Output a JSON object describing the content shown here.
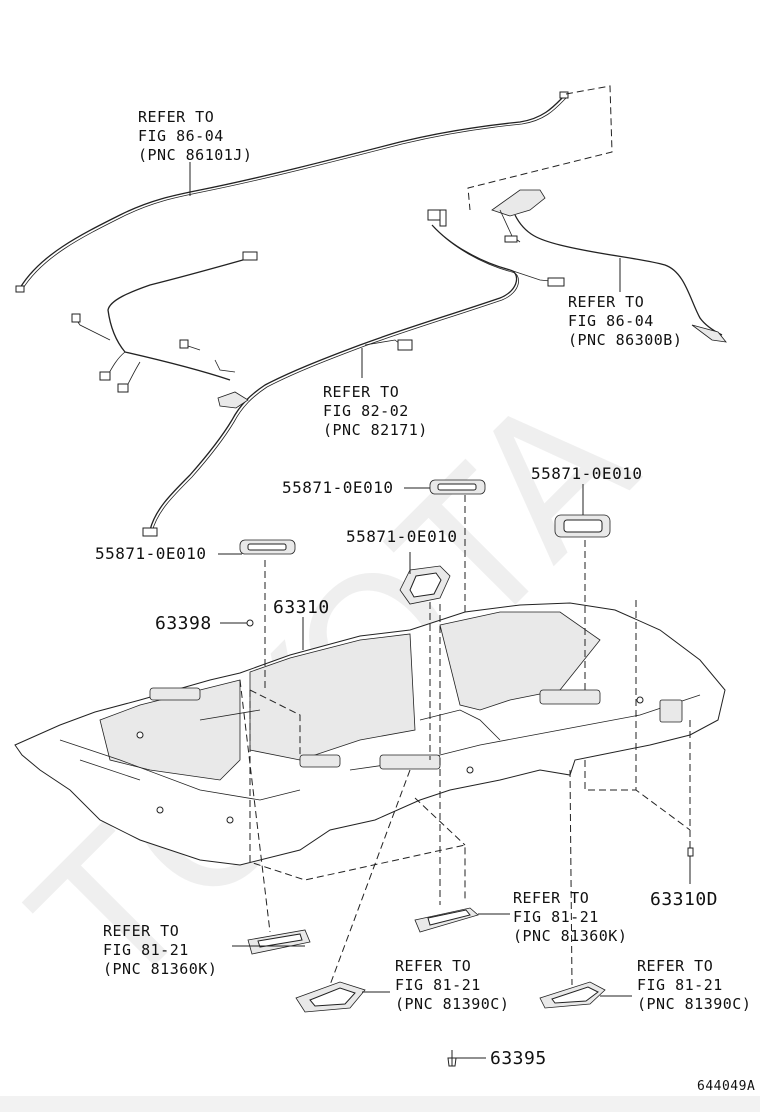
{
  "watermark": "TOYOTA",
  "figure_code": "644049A",
  "refs": {
    "r1": {
      "l1": "REFER TO",
      "l2": "FIG 86-04",
      "l3": "(PNC 86101J)"
    },
    "r2": {
      "l1": "REFER TO",
      "l2": "FIG 86-04",
      "l3": "(PNC 86300B)"
    },
    "r3": {
      "l1": "REFER TO",
      "l2": "FIG 82-02",
      "l3": "(PNC 82171)"
    },
    "r4": {
      "l1": "REFER TO",
      "l2": "FIG 81-21",
      "l3": "(PNC 81360K)"
    },
    "r5": {
      "l1": "REFER TO",
      "l2": "FIG 81-21",
      "l3": "(PNC 81360K)"
    },
    "r6": {
      "l1": "REFER TO",
      "l2": "FIG 81-21",
      "l3": "(PNC 81390C)"
    },
    "r7": {
      "l1": "REFER TO",
      "l2": "FIG 81-21",
      "l3": "(PNC 81390C)"
    }
  },
  "parts": {
    "p1": "55871-0E010",
    "p2": "55871-0E010",
    "p3": "55871-0E010",
    "p4": "55871-0E010",
    "p5": "63398",
    "p6": "63310",
    "p7": "63310D",
    "p8": "63395"
  }
}
